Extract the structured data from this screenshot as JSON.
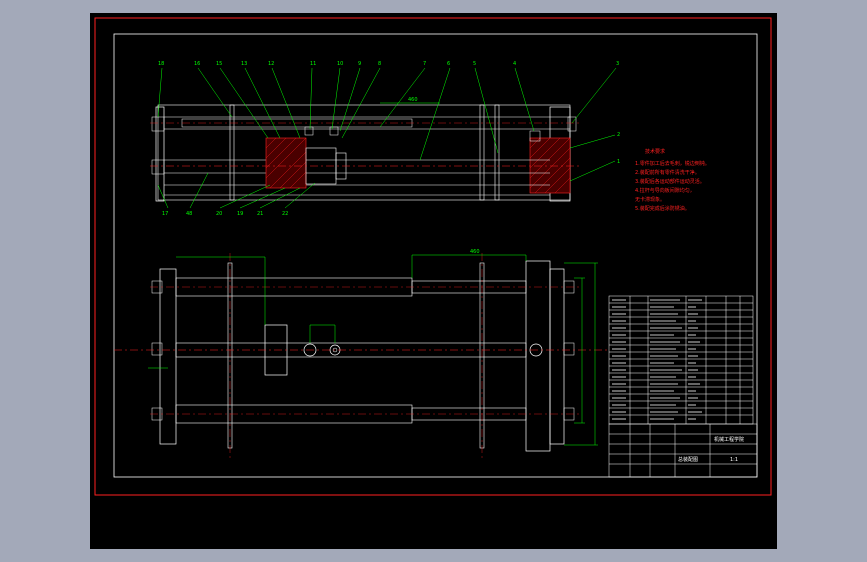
{
  "colors": {
    "background": "#a3a9b9",
    "canvas": "#000000",
    "sheet_border": "#ff2020",
    "frame": "#ffffff",
    "leader": "#00ff00",
    "centerline": "#ff2020",
    "section_hatch": "#ff2020"
  },
  "balloons_top": [
    "18",
    "16",
    "15",
    "13",
    "12",
    "11",
    "10",
    "9",
    "8",
    "7",
    "6",
    "5",
    "4",
    "3"
  ],
  "balloons_bottom": [
    "17",
    "48",
    "20",
    "19",
    "21",
    "22"
  ],
  "balloons_right": [
    "2",
    "1"
  ],
  "dimension_top": "460",
  "dimension_plan": "460",
  "notes_heading": "技术要求",
  "notes_lines": [
    "1.零件加工后去毛刺，锐边倒钝。",
    "2.装配前所有零件清洗干净。",
    "3.装配后各运动部件运动灵活。",
    "4.拉杆与导向板间隙均匀，",
    "   无卡滞现象。",
    "5.装配完成后涂防锈油。"
  ],
  "title_block": {
    "school": "机械工程学院",
    "drawing_title": "总装配图",
    "scale": "1:1"
  }
}
